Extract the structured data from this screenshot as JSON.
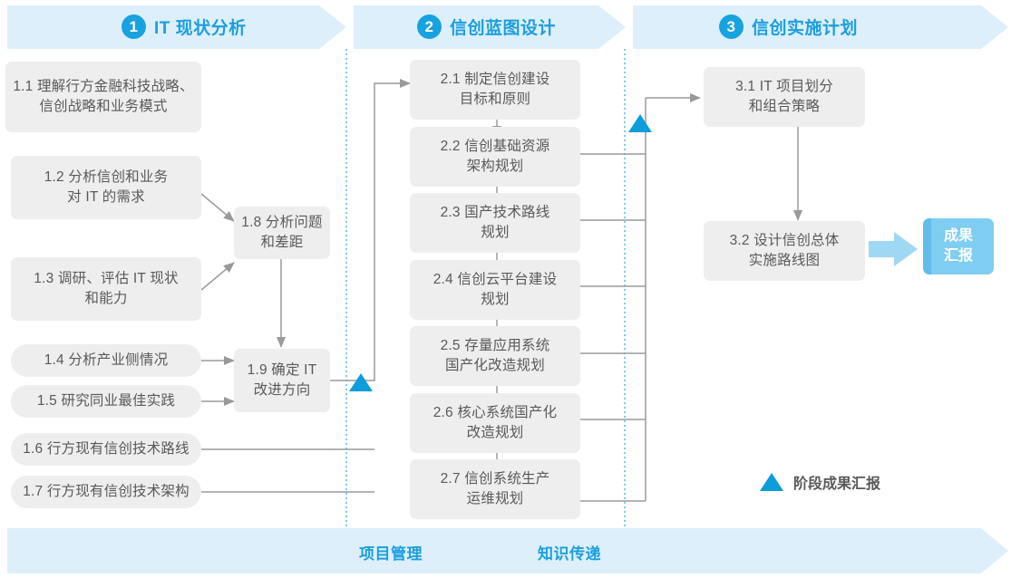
{
  "phases": [
    {
      "num": "1",
      "title": "IT 现状分析"
    },
    {
      "num": "2",
      "title": "信创蓝图设计"
    },
    {
      "num": "3",
      "title": "信创实施计划"
    }
  ],
  "phase1_boxes": [
    {
      "id": "1.1",
      "text": "1.1 理解行方金融科技战略、\n信创战略和业务模式"
    },
    {
      "id": "1.2",
      "text": "1.2 分析信创和业务\n对 IT 的需求"
    },
    {
      "id": "1.3",
      "text": "1.3 调研、评估 IT 现状\n和能力"
    },
    {
      "id": "1.4",
      "text": "1.4 分析产业侧情况"
    },
    {
      "id": "1.5",
      "text": "1.5 研究同业最佳实践"
    },
    {
      "id": "1.6",
      "text": "1.6 行方现有信创技术路线"
    },
    {
      "id": "1.7",
      "text": "1.7 行方现有信创技术架构"
    },
    {
      "id": "1.8",
      "text": "1.8 分析问题\n和差距"
    },
    {
      "id": "1.9",
      "text": "1.9 确定 IT\n改进方向"
    }
  ],
  "phase2_boxes": [
    {
      "id": "2.1",
      "text": "2.1 制定信创建设\n目标和原则"
    },
    {
      "id": "2.2",
      "text": "2.2 信创基础资源\n架构规划"
    },
    {
      "id": "2.3",
      "text": "2.3 国产技术路线\n规划"
    },
    {
      "id": "2.4",
      "text": "2.4 信创云平台建设\n规划"
    },
    {
      "id": "2.5",
      "text": "2.5 存量应用系统\n国产化改造规划"
    },
    {
      "id": "2.6",
      "text": "2.6 核心系统国产化\n改造规划"
    },
    {
      "id": "2.7",
      "text": "2.7 信创系统生产\n运维规划"
    }
  ],
  "phase3_boxes": [
    {
      "id": "3.1",
      "text": "3.1 IT 项目划分\n和组合策略"
    },
    {
      "id": "3.2",
      "text": "3.2 设计信创总体\n实施路线图"
    }
  ],
  "result": {
    "text": "成果\n汇报"
  },
  "legend": {
    "text": "阶段成果汇报",
    "marker": "triangle-marker"
  },
  "bottom_bar": {
    "labels": [
      "项目管理",
      "知识传递"
    ]
  },
  "colors": {
    "accent": "#1b9ee0",
    "band": "#ddeffa",
    "box": "#eeeeee",
    "text": "#595959",
    "triangle": "#0d9ddb",
    "result": "#7fcdf0",
    "connector": "#9a9a9a"
  }
}
